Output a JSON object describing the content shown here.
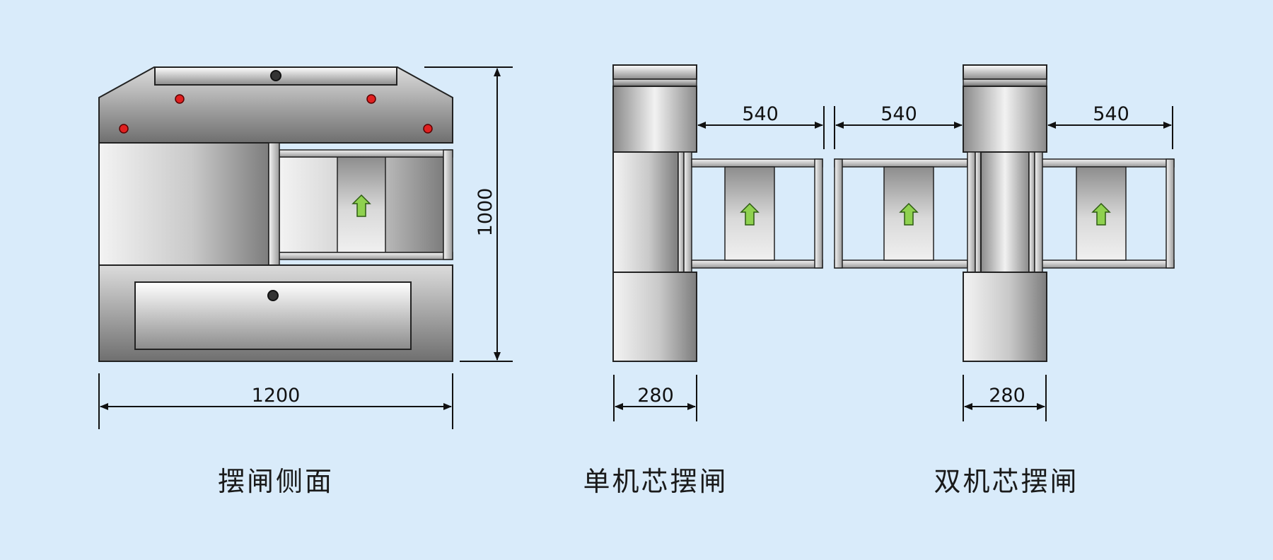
{
  "colors": {
    "background": "#d9ebfa",
    "metal_light": "#f2f2f2",
    "metal_dark": "#7a7a7a",
    "outline": "#222222",
    "indicator_red": "#e02020",
    "arrow_green": "#8fd14f"
  },
  "icons": {
    "indicator": "red-indicator-light-icon",
    "direction": "green-up-arrow-icon",
    "lock": "keyhole-icon"
  },
  "dimensions": {
    "side_width": "1200",
    "side_height": "1000",
    "single_body_width": "280",
    "single_gate_width": "540",
    "double_left_gate_width": "540",
    "double_right_gate_width": "540",
    "double_body_width": "280"
  },
  "captions": {
    "side_view": "摆闸侧面",
    "single_core": "单机芯摆闸",
    "double_core": "双机芯摆闸"
  }
}
